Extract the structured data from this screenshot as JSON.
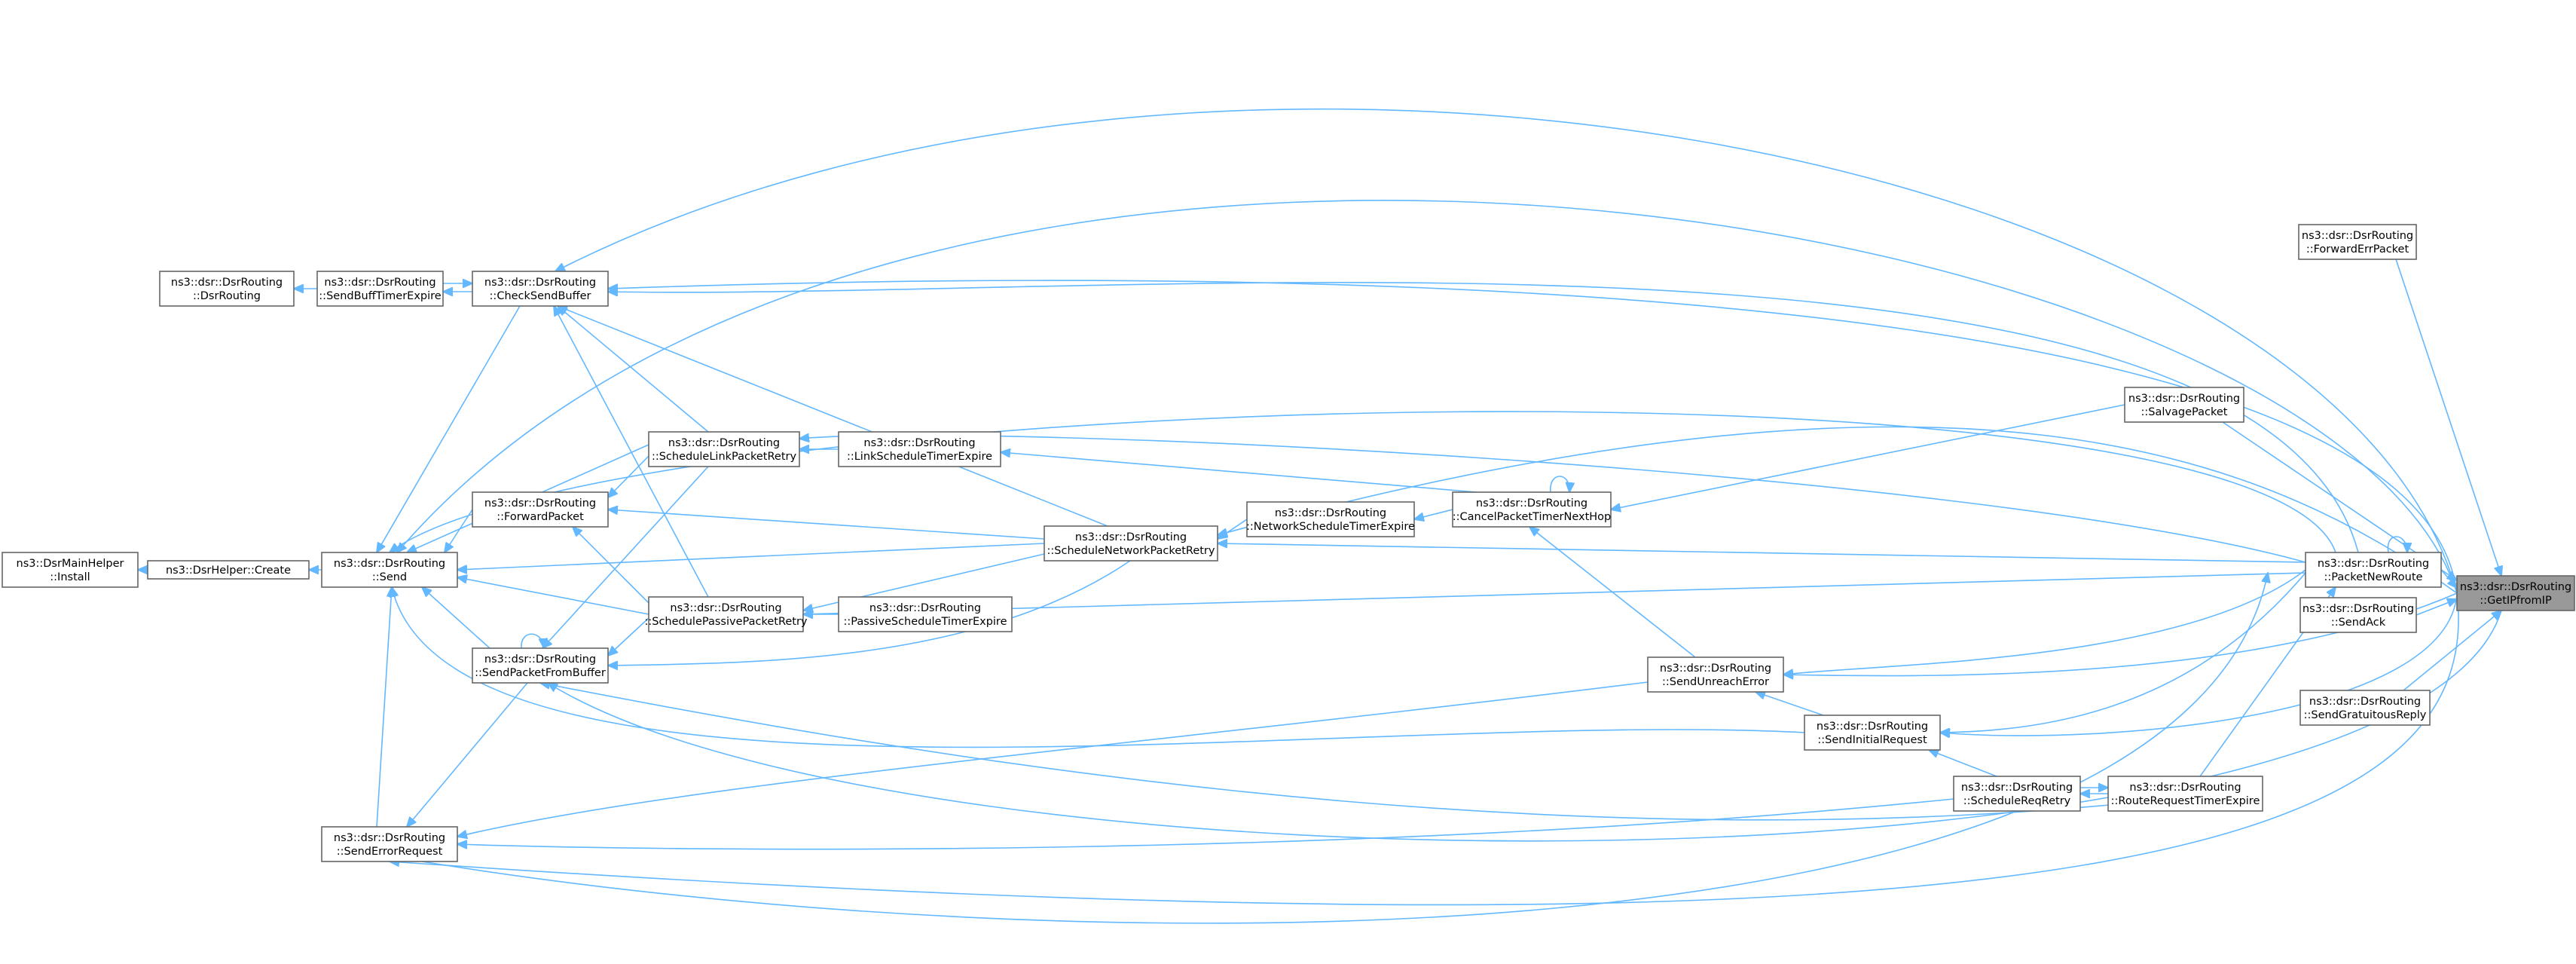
{
  "graph": {
    "focus": "getip",
    "nodes": [
      {
        "id": "install",
        "lines": [
          "ns3::DsrMainHelper",
          "::Install"
        ]
      },
      {
        "id": "create",
        "lines": [
          "ns3::DsrHelper::Create"
        ]
      },
      {
        "id": "dsrrouting",
        "lines": [
          "ns3::dsr::DsrRouting",
          "::DsrRouting"
        ]
      },
      {
        "id": "sendbufftimer",
        "lines": [
          "ns3::dsr::DsrRouting",
          "::SendBuffTimerExpire"
        ]
      },
      {
        "id": "checksendbuffer",
        "lines": [
          "ns3::dsr::DsrRouting",
          "::CheckSendBuffer"
        ]
      },
      {
        "id": "send",
        "lines": [
          "ns3::dsr::DsrRouting",
          "::Send"
        ]
      },
      {
        "id": "forwardpacket",
        "lines": [
          "ns3::dsr::DsrRouting",
          "::ForwardPacket"
        ]
      },
      {
        "id": "sendpacketfrombuffer",
        "lines": [
          "ns3::dsr::DsrRouting",
          "::SendPacketFromBuffer"
        ]
      },
      {
        "id": "senderrorrequest",
        "lines": [
          "ns3::dsr::DsrRouting",
          "::SendErrorRequest"
        ]
      },
      {
        "id": "schedulelink",
        "lines": [
          "ns3::dsr::DsrRouting",
          "::ScheduleLinkPacketRetry"
        ]
      },
      {
        "id": "schedulepassive",
        "lines": [
          "ns3::dsr::DsrRouting",
          "::SchedulePassivePacketRetry"
        ]
      },
      {
        "id": "linktimer",
        "lines": [
          "ns3::dsr::DsrRouting",
          "::LinkScheduleTimerExpire"
        ]
      },
      {
        "id": "passivetimer",
        "lines": [
          "ns3::dsr::DsrRouting",
          "::PassiveScheduleTimerExpire"
        ]
      },
      {
        "id": "schedulenetwork",
        "lines": [
          "ns3::dsr::DsrRouting",
          "::ScheduleNetworkPacketRetry"
        ]
      },
      {
        "id": "networktimer",
        "lines": [
          "ns3::dsr::DsrRouting",
          "::NetworkScheduleTimerExpire"
        ]
      },
      {
        "id": "cancelpacket",
        "lines": [
          "ns3::dsr::DsrRouting",
          "::CancelPacketTimerNextHop"
        ]
      },
      {
        "id": "sendunreach",
        "lines": [
          "ns3::dsr::DsrRouting",
          "::SendUnreachError"
        ]
      },
      {
        "id": "sendinitial",
        "lines": [
          "ns3::dsr::DsrRouting",
          "::SendInitialRequest"
        ]
      },
      {
        "id": "schedulereq",
        "lines": [
          "ns3::dsr::DsrRouting",
          "::ScheduleReqRetry"
        ]
      },
      {
        "id": "routerequesttimer",
        "lines": [
          "ns3::dsr::DsrRouting",
          "::RouteRequestTimerExpire"
        ]
      },
      {
        "id": "salvage",
        "lines": [
          "ns3::dsr::DsrRouting",
          "::SalvagePacket"
        ]
      },
      {
        "id": "packetnewroute",
        "lines": [
          "ns3::dsr::DsrRouting",
          "::PacketNewRoute"
        ]
      },
      {
        "id": "forwarderr",
        "lines": [
          "ns3::dsr::DsrRouting",
          "::ForwardErrPacket"
        ]
      },
      {
        "id": "sendack",
        "lines": [
          "ns3::dsr::DsrRouting",
          "::SendAck"
        ]
      },
      {
        "id": "sendgratuitous",
        "lines": [
          "ns3::dsr::DsrRouting",
          "::SendGratuitousReply"
        ]
      },
      {
        "id": "getip",
        "lines": [
          "ns3::dsr::DsrRouting",
          "::GetIPfromIP"
        ]
      }
    ]
  }
}
